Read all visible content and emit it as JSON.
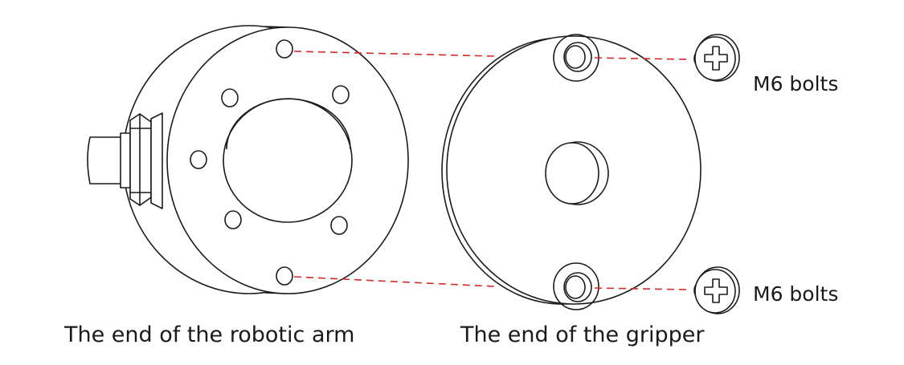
{
  "labels": {
    "bolts_top": "M6 bolts",
    "bolts_bottom": "M6 bolts",
    "arm_caption": "The end of the robotic arm",
    "gripper_caption": "The end of the gripper"
  },
  "colors": {
    "line": "#1a1a1a",
    "dashed_guide": "#d42b2b",
    "background": "#ffffff"
  },
  "icons": {
    "bolt_head": "phillips-screw-head-icon"
  }
}
